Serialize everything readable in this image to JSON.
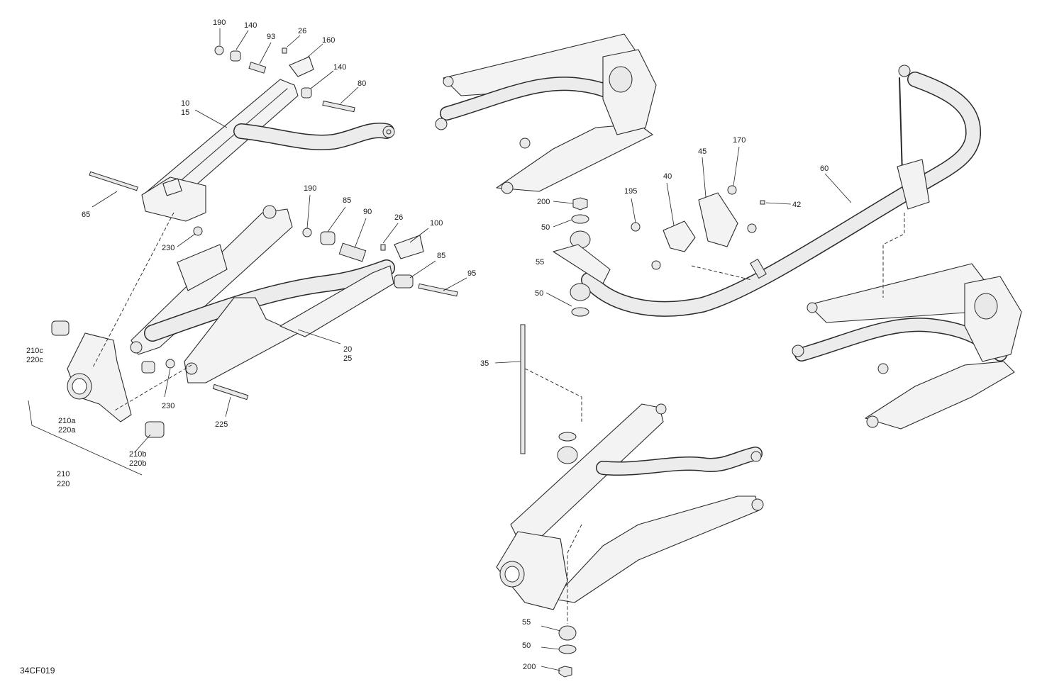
{
  "diagram": {
    "reference_code": "34CF019",
    "callouts": [
      {
        "id": "c190a",
        "text": "190"
      },
      {
        "id": "c140a",
        "text": "140"
      },
      {
        "id": "c93",
        "text": "93"
      },
      {
        "id": "c26a",
        "text": "26"
      },
      {
        "id": "c160",
        "text": "160"
      },
      {
        "id": "c140b",
        "text": "140"
      },
      {
        "id": "c80",
        "text": "80"
      },
      {
        "id": "c10",
        "text": "10"
      },
      {
        "id": "c15",
        "text": "15"
      },
      {
        "id": "c65",
        "text": "65"
      },
      {
        "id": "c230a",
        "text": "230"
      },
      {
        "id": "c190b",
        "text": "190"
      },
      {
        "id": "c85a",
        "text": "85"
      },
      {
        "id": "c90",
        "text": "90"
      },
      {
        "id": "c26b",
        "text": "26"
      },
      {
        "id": "c100",
        "text": "100"
      },
      {
        "id": "c85b",
        "text": "85"
      },
      {
        "id": "c95",
        "text": "95"
      },
      {
        "id": "c20",
        "text": "20"
      },
      {
        "id": "c25",
        "text": "25"
      },
      {
        "id": "c210c",
        "text": "210c"
      },
      {
        "id": "c220c",
        "text": "220c"
      },
      {
        "id": "c230b",
        "text": "230"
      },
      {
        "id": "c210a",
        "text": "210a"
      },
      {
        "id": "c220a",
        "text": "220a"
      },
      {
        "id": "c225",
        "text": "225"
      },
      {
        "id": "c210b",
        "text": "210b"
      },
      {
        "id": "c220b",
        "text": "220b"
      },
      {
        "id": "c210",
        "text": "210"
      },
      {
        "id": "c220",
        "text": "220"
      },
      {
        "id": "c200a",
        "text": "200"
      },
      {
        "id": "c50a",
        "text": "50"
      },
      {
        "id": "c55a",
        "text": "55"
      },
      {
        "id": "c50b",
        "text": "50"
      },
      {
        "id": "c35",
        "text": "35"
      },
      {
        "id": "c195",
        "text": "195"
      },
      {
        "id": "c40",
        "text": "40"
      },
      {
        "id": "c45",
        "text": "45"
      },
      {
        "id": "c170",
        "text": "170"
      },
      {
        "id": "c42",
        "text": "42"
      },
      {
        "id": "c60",
        "text": "60"
      },
      {
        "id": "c55b",
        "text": "55"
      },
      {
        "id": "c50c",
        "text": "50"
      },
      {
        "id": "c200b",
        "text": "200"
      }
    ]
  }
}
